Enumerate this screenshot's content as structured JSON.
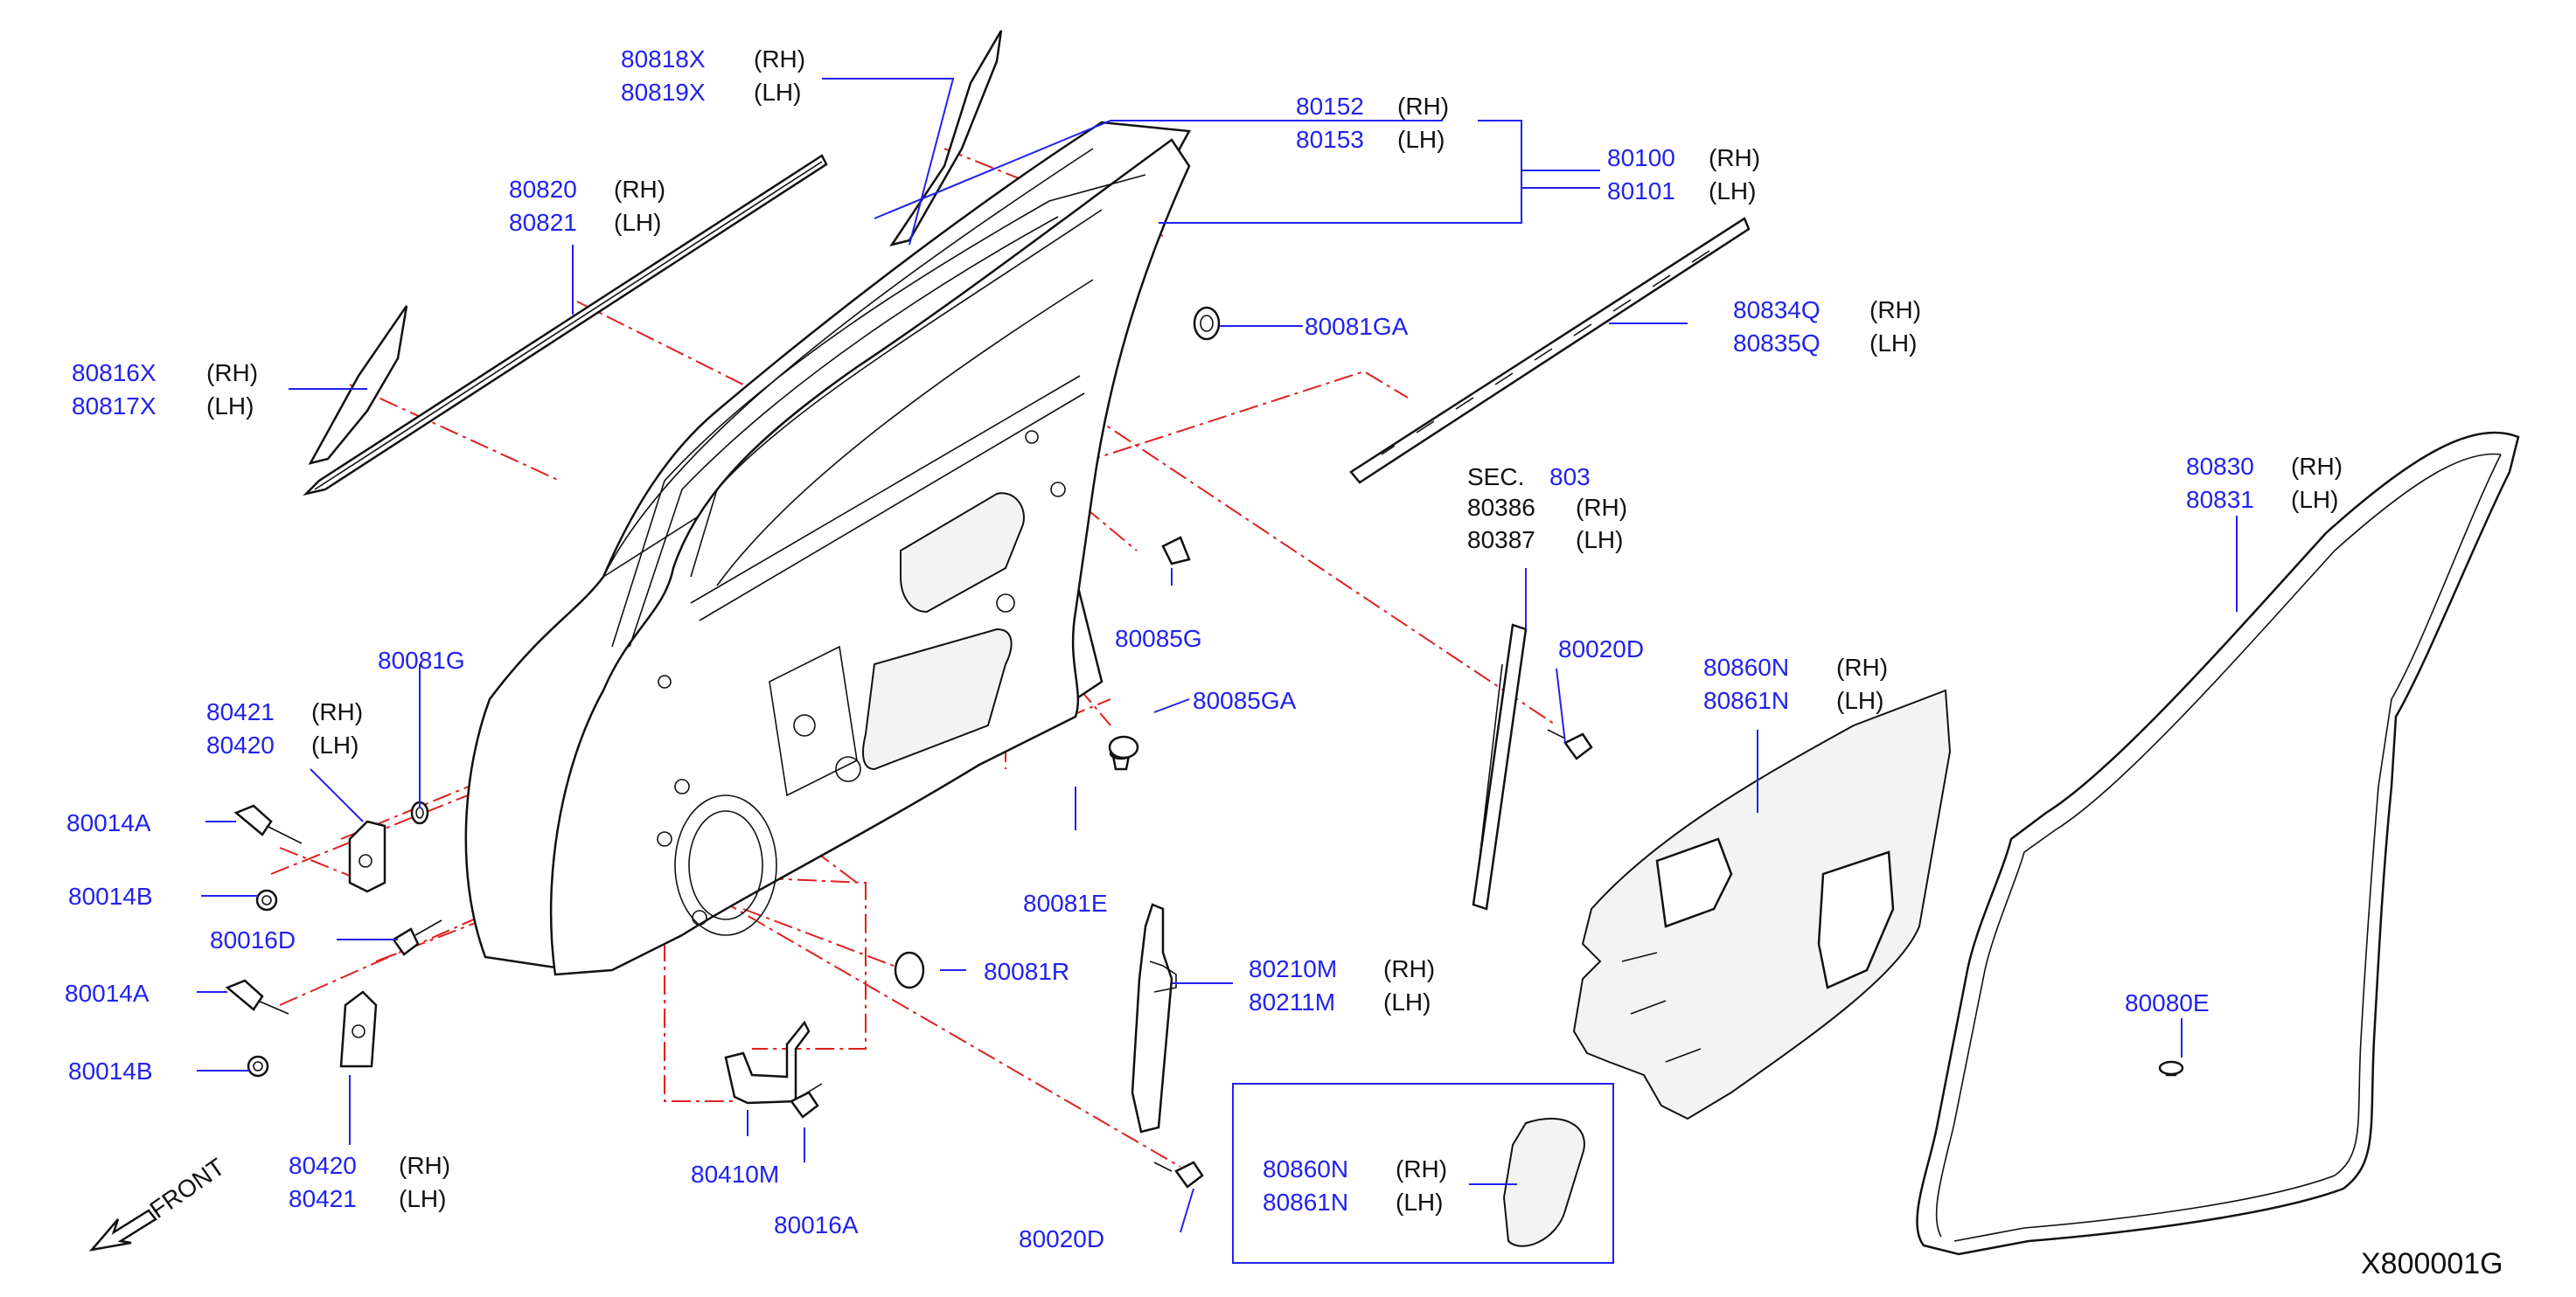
{
  "diagram_id": "X800001G",
  "front_label": "FRONT",
  "section": {
    "label": "SEC.",
    "ref": "803"
  },
  "rh": "(RH)",
  "lh": "(LH)",
  "callouts": [
    {
      "id": "c-80818x",
      "rh": "80818X",
      "lh": "80819X"
    },
    {
      "id": "c-80152",
      "rh": "80152",
      "lh": "80153"
    },
    {
      "id": "c-80100",
      "rh": "80100",
      "lh": "80101"
    },
    {
      "id": "c-80820",
      "rh": "80820",
      "lh": "80821"
    },
    {
      "id": "c-80816x",
      "rh": "80816X",
      "lh": "80817X"
    },
    {
      "id": "c-80834q",
      "rh": "80834Q",
      "lh": "80835Q"
    },
    {
      "id": "c-80386",
      "rh": "80386",
      "lh": "80387"
    },
    {
      "id": "c-80830",
      "rh": "80830",
      "lh": "80831"
    },
    {
      "id": "c-80421a",
      "rh": "80421",
      "lh": "80420"
    },
    {
      "id": "c-80860n",
      "rh": "80860N",
      "lh": "80861N"
    },
    {
      "id": "c-80210m",
      "rh": "80210M",
      "lh": "80211M"
    },
    {
      "id": "c-80420b",
      "rh": "80420",
      "lh": "80421"
    },
    {
      "id": "c-80860n2",
      "rh": "80860N",
      "lh": "80861N"
    }
  ],
  "singles": [
    {
      "id": "s-80081ga",
      "text": "80081GA"
    },
    {
      "id": "s-80085g",
      "text": "80085G"
    },
    {
      "id": "s-80085ga",
      "text": "80085GA"
    },
    {
      "id": "s-80081g",
      "text": "80081G"
    },
    {
      "id": "s-80020d1",
      "text": "80020D"
    },
    {
      "id": "s-80014a1",
      "text": "80014A"
    },
    {
      "id": "s-80014b1",
      "text": "80014B"
    },
    {
      "id": "s-80016d",
      "text": "80016D"
    },
    {
      "id": "s-80081e",
      "text": "80081E"
    },
    {
      "id": "s-80081r",
      "text": "80081R"
    },
    {
      "id": "s-80014a2",
      "text": "80014A"
    },
    {
      "id": "s-80014b2",
      "text": "80014B"
    },
    {
      "id": "s-80080e",
      "text": "80080E"
    },
    {
      "id": "s-80410m",
      "text": "80410M"
    },
    {
      "id": "s-80016a",
      "text": "80016A"
    },
    {
      "id": "s-80020d2",
      "text": "80020D"
    }
  ]
}
